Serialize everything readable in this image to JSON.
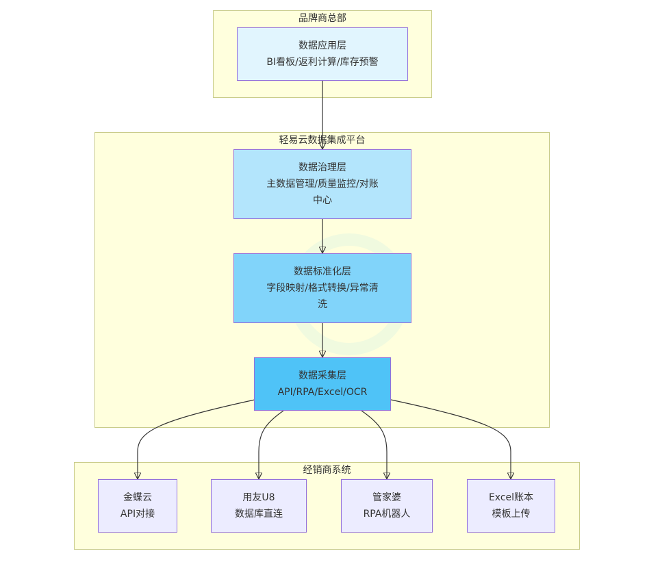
{
  "groups": {
    "hq": {
      "title": "品牌商总部"
    },
    "platform": {
      "title": "轻易云数据集成平台"
    },
    "dealer": {
      "title": "经销商系统"
    }
  },
  "nodes": {
    "app": {
      "line1": "数据应用层",
      "line2": "BI看板/返利计算/库存预警",
      "line3": ""
    },
    "gov": {
      "line1": "数据治理层",
      "line2": "主数据管理/质量监控/对账",
      "line3": "中心"
    },
    "std": {
      "line1": "数据标准化层",
      "line2": "字段映射/格式转换/异常清",
      "line3": "洗"
    },
    "col": {
      "line1": "数据采集层",
      "line2": "API/RPA/Excel/OCR",
      "line3": ""
    },
    "kingdee": {
      "line1": "金蝶云",
      "line2": "API对接"
    },
    "yonyou": {
      "line1": "用友U8",
      "line2": "数据库直连"
    },
    "gjp": {
      "line1": "管家婆",
      "line2": "RPA机器人"
    },
    "excel": {
      "line1": "Excel账本",
      "line2": "模板上传"
    }
  },
  "colors": {
    "app": "#e1f5fe",
    "gov": "#b3e5fc",
    "std": "#81d4fa",
    "col": "#4fc3f7",
    "source": "#ececff",
    "group_fill": "#ffffdd",
    "node_border": "#9370db"
  }
}
